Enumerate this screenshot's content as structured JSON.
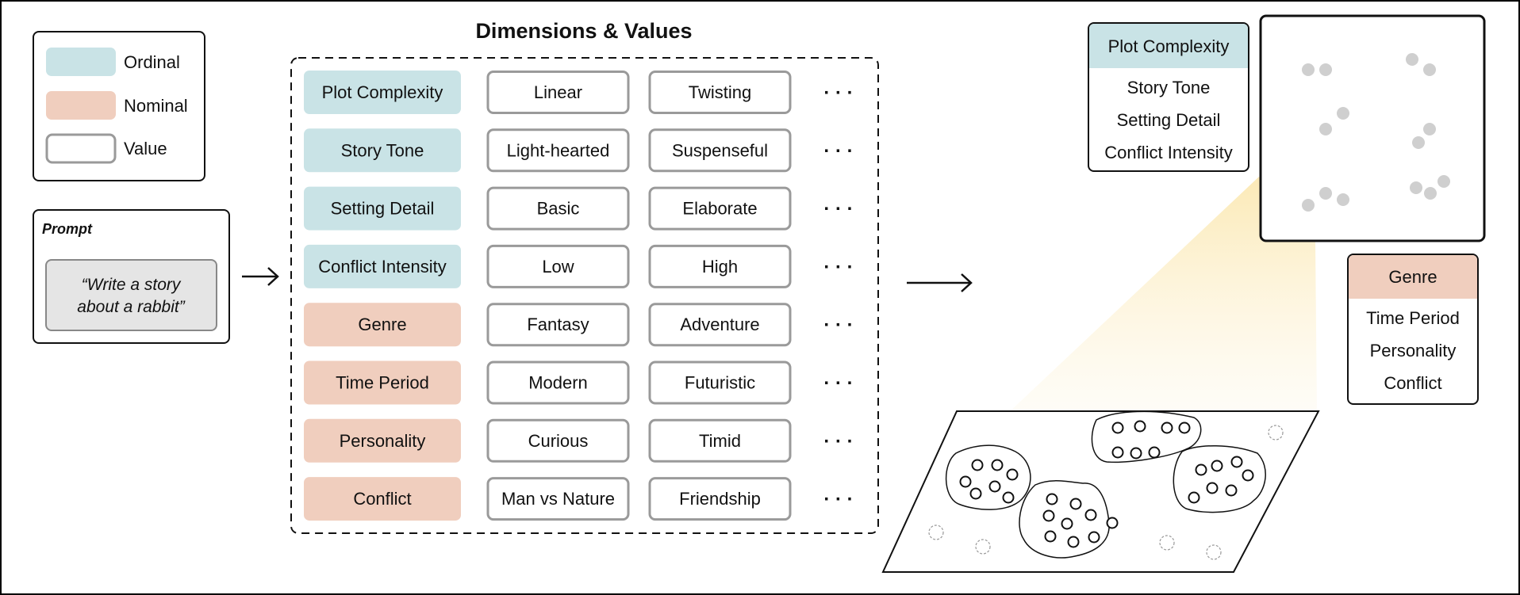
{
  "title": "Dimensions  & Values",
  "legend": {
    "ordinal": "Ordinal",
    "nominal": "Nominal",
    "value": "Value"
  },
  "prompt": {
    "label": "Prompt",
    "line1": "“Write a story",
    "line2": "about a rabbit”"
  },
  "colors": {
    "ordinal": "#c9e3e6",
    "nominal": "#f0cebe",
    "value_border": "#9a9a9a",
    "prompt_bg": "#e5e5e5",
    "dots": "#cfcfcf",
    "beam": "#fbecbf"
  },
  "dimensions": [
    {
      "name": "Plot Complexity",
      "kind": "ordinal",
      "values": [
        "Linear",
        "Twisting"
      ]
    },
    {
      "name": "Story Tone",
      "kind": "ordinal",
      "values": [
        "Light-hearted",
        "Suspenseful"
      ]
    },
    {
      "name": "Setting Detail",
      "kind": "ordinal",
      "values": [
        "Basic",
        "Elaborate"
      ]
    },
    {
      "name": "Conflict Intensity",
      "kind": "ordinal",
      "values": [
        "Low",
        "High"
      ]
    },
    {
      "name": "Genre",
      "kind": "nominal",
      "values": [
        "Fantasy",
        "Adventure"
      ]
    },
    {
      "name": "Time Period",
      "kind": "nominal",
      "values": [
        "Modern",
        "Futuristic"
      ]
    },
    {
      "name": "Personality",
      "kind": "nominal",
      "values": [
        "Curious",
        "Timid"
      ]
    },
    {
      "name": "Conflict",
      "kind": "nominal",
      "values": [
        "Man vs Nature",
        "Friendship"
      ]
    }
  ],
  "ellipsis": "· · ·",
  "ordinal_panel": {
    "header": "Plot Complexity",
    "items": [
      "Story Tone",
      "Setting Detail",
      "Conflict Intensity"
    ]
  },
  "nominal_panel": {
    "header": "Genre",
    "items": [
      "Time Period",
      "Personality",
      "Conflict"
    ]
  }
}
